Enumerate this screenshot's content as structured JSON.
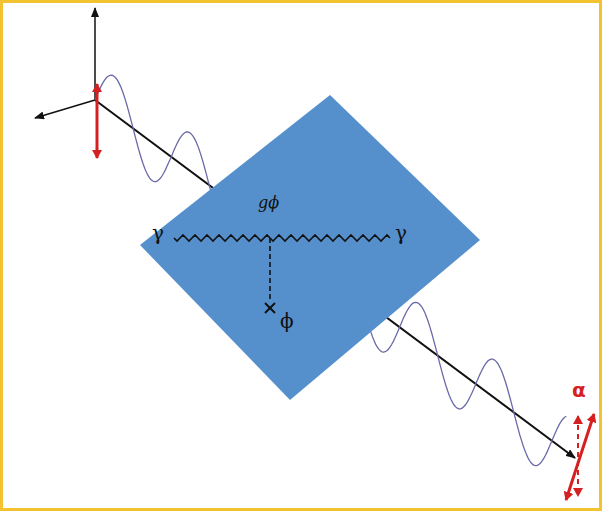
{
  "diagram": {
    "nodes": [
      {
        "text": [
          "γ",
          "gϕ",
          "γ",
          "ϕ"
        ]
      }
    ],
    "labels": [
      "α"
    ]
  }
}
